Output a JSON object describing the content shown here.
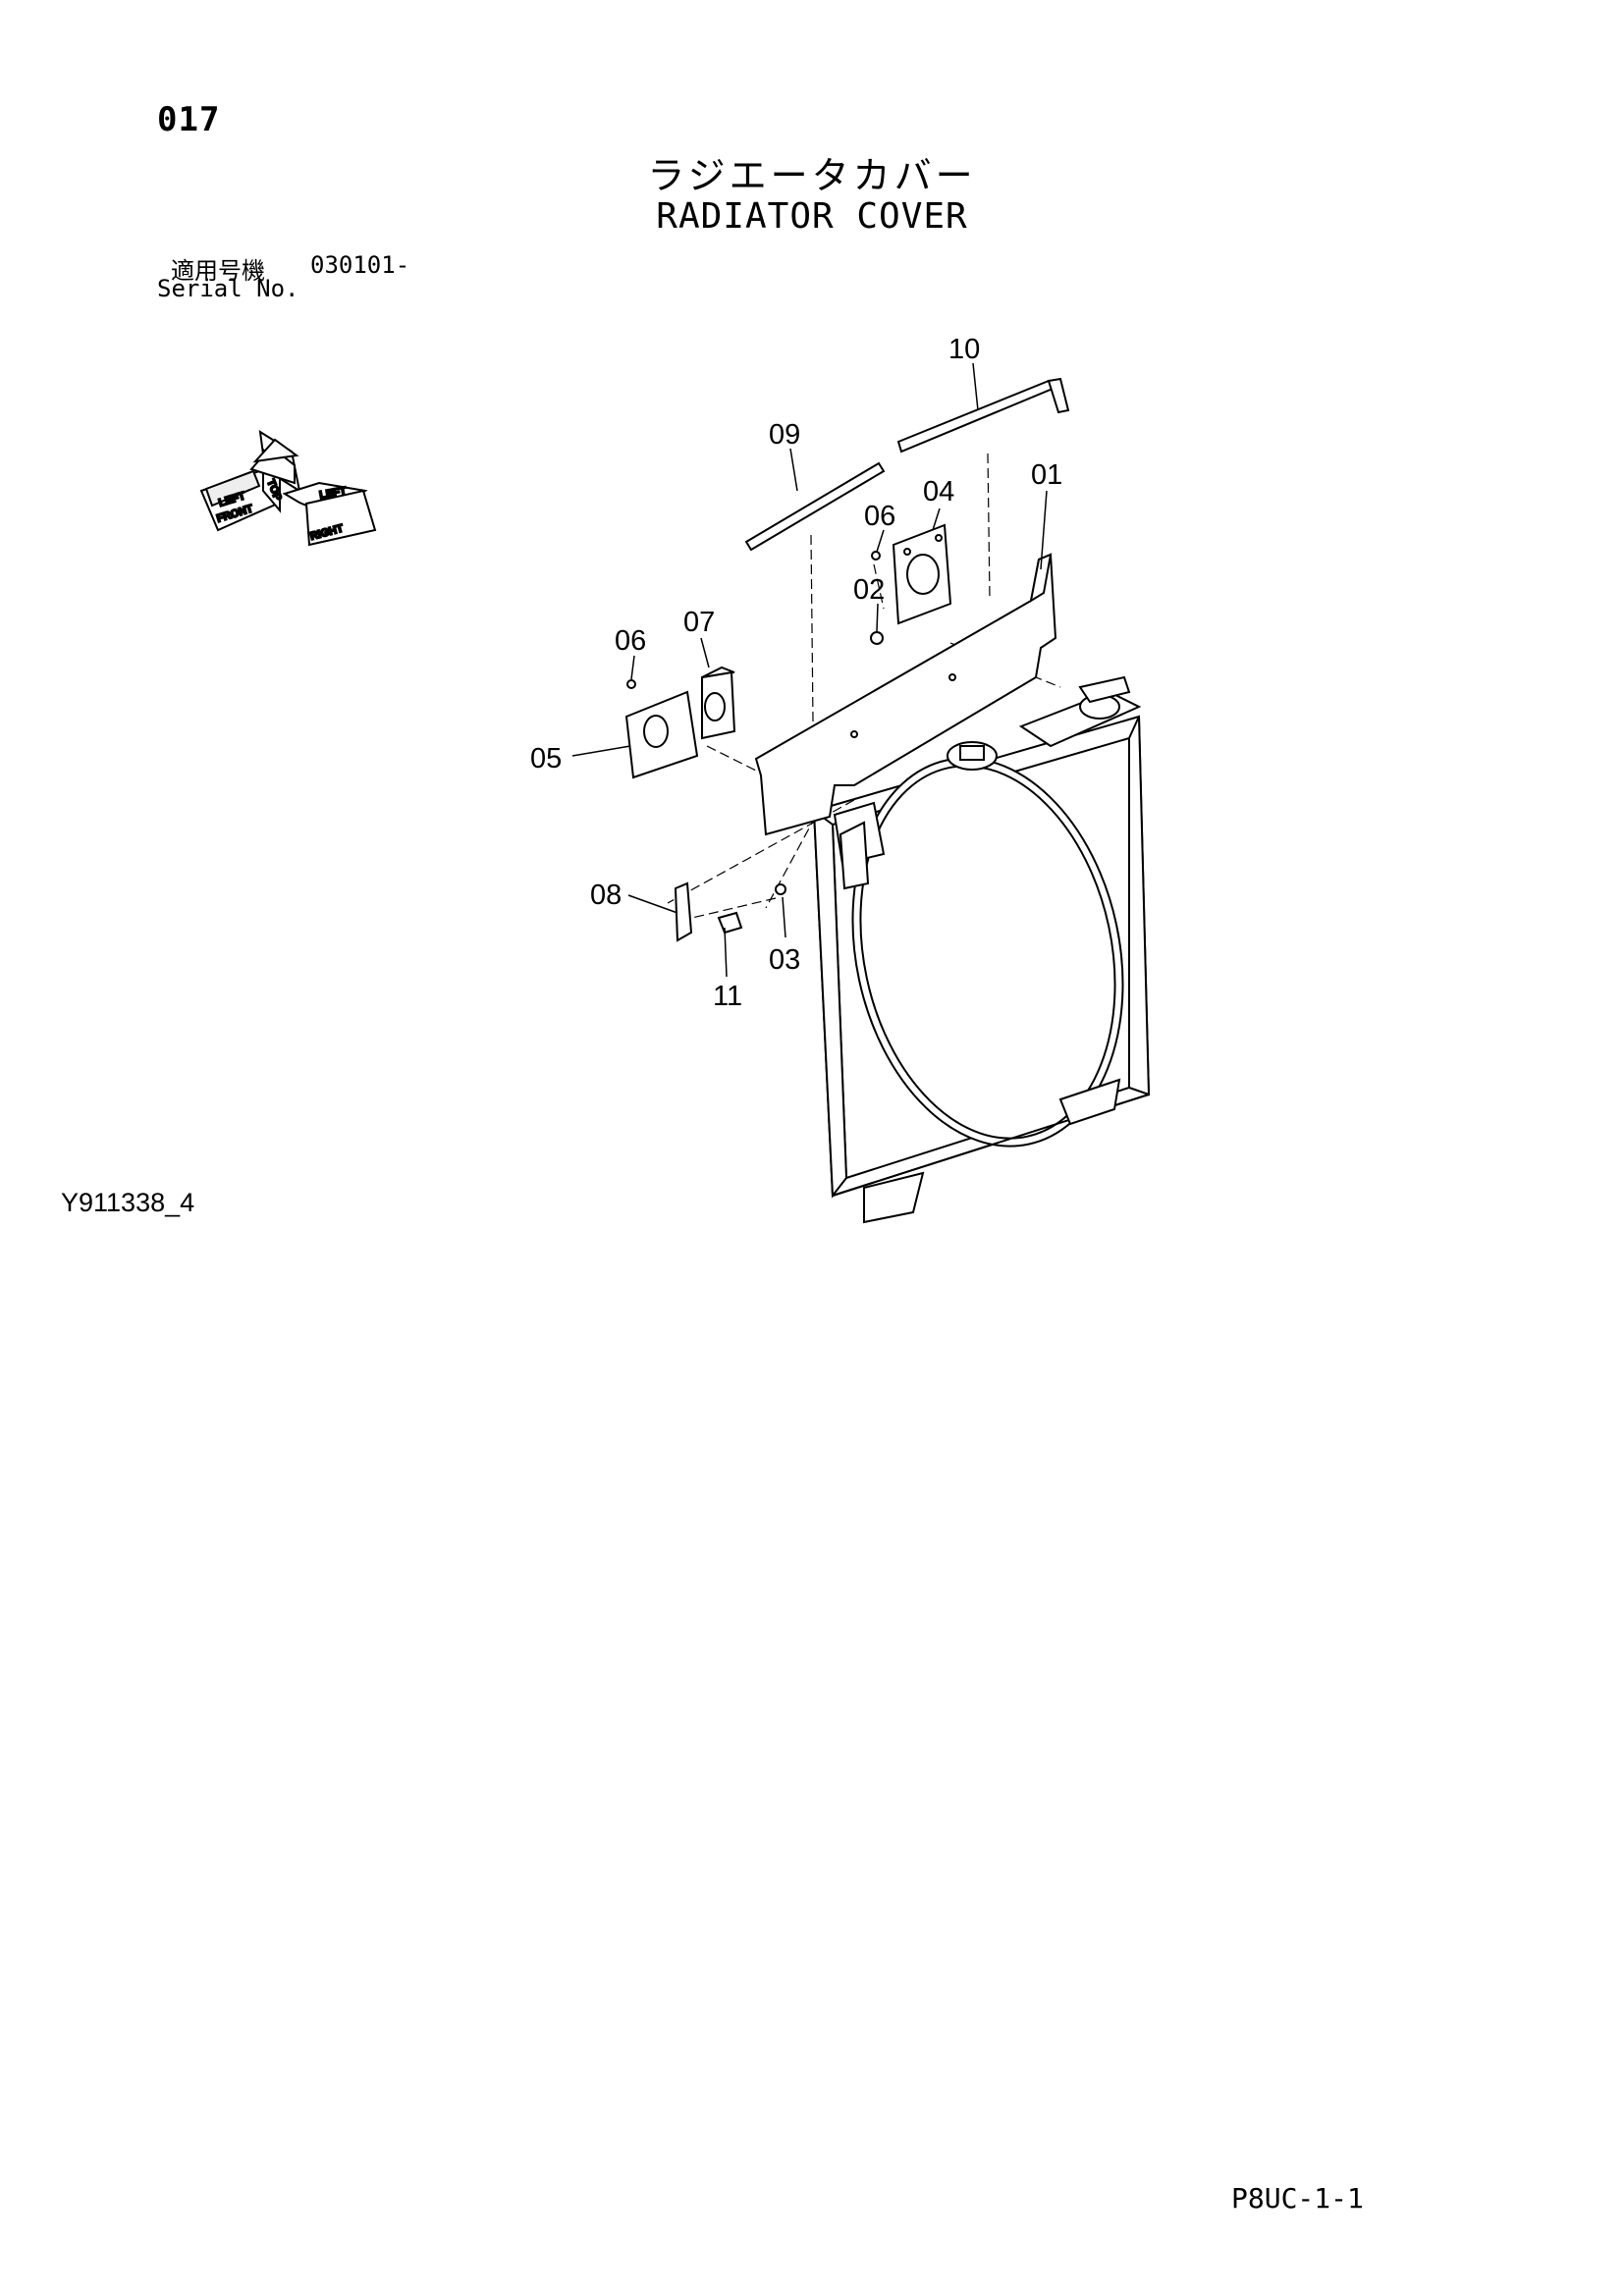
{
  "header": {
    "page_number": "017",
    "title_jp": "ラジエータカバー",
    "title_en": "RADIATOR COVER",
    "serial_label_jp": "適用号機",
    "serial_value": "030101-",
    "serial_label_en": "Serial No."
  },
  "orientation": {
    "front": "FRONT",
    "top": "TOP",
    "right": "RIGHT",
    "left_front": "LEFT",
    "left_top": "LEFT"
  },
  "diagram": {
    "figure_code": "Y911338_4",
    "callouts": [
      "10",
      "09",
      "04",
      "01",
      "06",
      "02",
      "06",
      "07",
      "05",
      "08",
      "03",
      "11"
    ]
  },
  "footer": {
    "page_code": "P8UC-1-1"
  }
}
